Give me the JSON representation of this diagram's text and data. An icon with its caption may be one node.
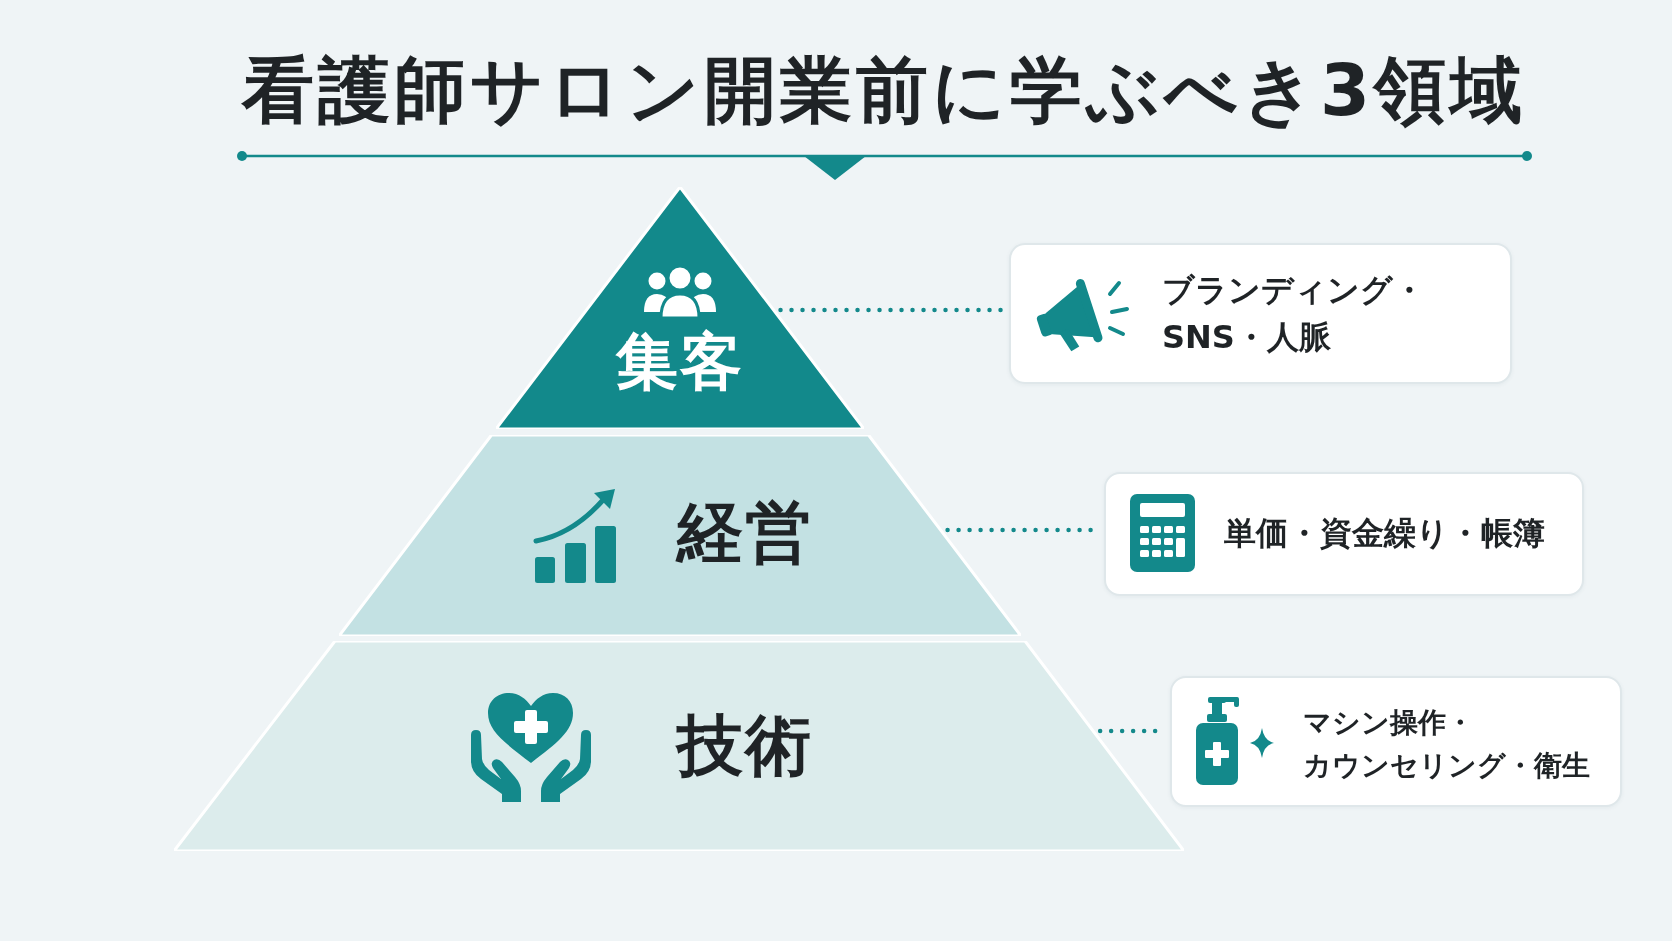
{
  "diagram": {
    "title": "看護師サロン開業前に学ぶべき3領域",
    "nodes": [
      {
        "text": [
          "集客"
        ]
      },
      {
        "text": [
          "経営"
        ]
      },
      {
        "text": [
          "技術"
        ]
      },
      {
        "text": [
          "ブランディング・SNS・人脈"
        ]
      },
      {
        "text": [
          "単価・資金繰り・帳簿"
        ]
      },
      {
        "text": [
          "マシン操作・カウンセリング・衛生"
        ]
      }
    ],
    "edges": [
      {
        "from": 0,
        "to": 3,
        "arrow": "none"
      },
      {
        "from": 1,
        "to": 4,
        "arrow": "none"
      },
      {
        "from": 2,
        "to": 5,
        "arrow": "none"
      }
    ]
  }
}
